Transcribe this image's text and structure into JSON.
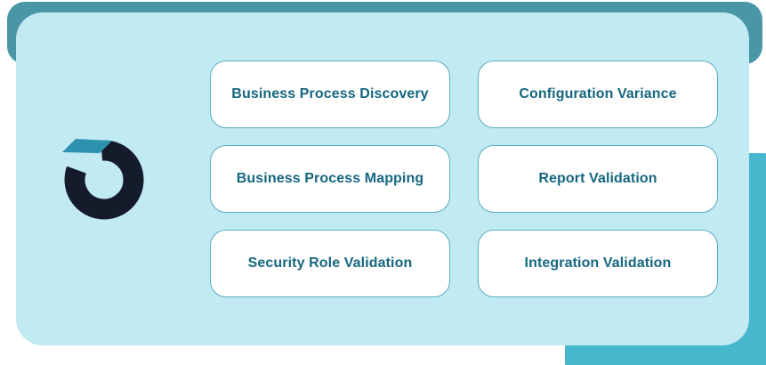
{
  "logo": {
    "icon": "ring-logo-icon",
    "description_colors": {
      "ring": "#151b2b",
      "flag": "#2c92b0"
    }
  },
  "buttons": [
    {
      "label": "Business Process Discovery"
    },
    {
      "label": "Configuration Variance"
    },
    {
      "label": "Business Process Mapping"
    },
    {
      "label": "Report Validation"
    },
    {
      "label": "Security Role Validation"
    },
    {
      "label": "Integration Validation"
    }
  ],
  "colors": {
    "accent_top": "#4997a6",
    "accent_bottom_right": "#46b7cd",
    "card_background": "#c2eaf2",
    "button_background": "#ffffff",
    "button_border": "#59acc3",
    "button_text": "#15677f"
  }
}
